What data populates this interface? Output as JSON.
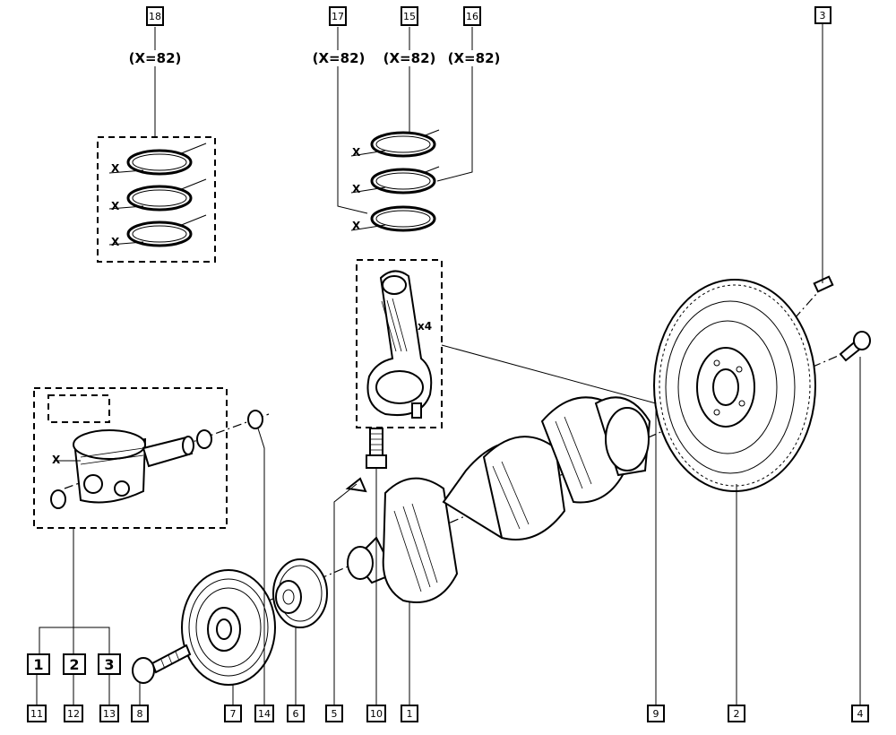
{
  "callouts": {
    "c1": "1",
    "c2": "2",
    "c3": "3",
    "c4": "4",
    "c5": "5",
    "c6": "6",
    "c7": "7",
    "c8": "8",
    "c9": "9",
    "c10": "10",
    "c11": "11",
    "c12": "12",
    "c13": "13",
    "c14": "14",
    "c15": "15",
    "c16": "16",
    "c17": "17",
    "c18": "18"
  },
  "variant_boxes": {
    "b1": "1",
    "b2": "2",
    "b3": "3"
  },
  "ring_size_notes": {
    "n18": "(X=82)",
    "n17": "(X=82)",
    "n15": "(X=82)",
    "n16": "(X=82)"
  },
  "ring_marks": {
    "x": "X"
  },
  "quantity_note": "x4"
}
